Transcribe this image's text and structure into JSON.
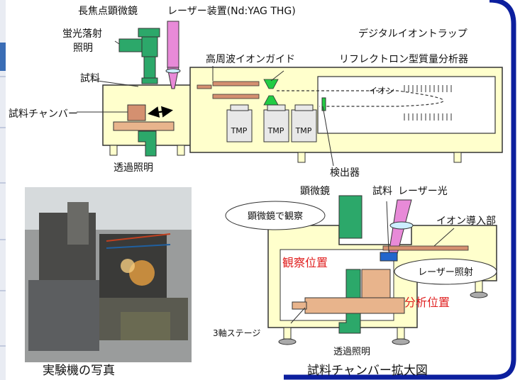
{
  "top_diagram": {
    "long_focus_microscope": "長焦点顕微鏡",
    "laser_device": "レーザー装置(Nd:YAG THG)",
    "digital_ion_trap": "デジタルイオントラップ",
    "fluorescence_epi_line1": "蛍光落射",
    "fluorescence_epi_line2": "照明",
    "rf_ion_guide": "高周波イオンガイド",
    "reflectron_ms": "リフレクトロン型質量分析器",
    "sample": "試料",
    "ion_label": "イオン",
    "sample_chamber": "試料チャンバー",
    "tmp": "TMP",
    "transmitted_illumination": "透過照明",
    "detector": "検出器"
  },
  "photo": {
    "caption": "実験機の写真"
  },
  "enlarged_diagram": {
    "microscope": "顕微鏡",
    "sample": "試料",
    "laser_light": "レーザー光",
    "observe_bubble": "顕微鏡で観察",
    "ion_inlet": "イオン導入部",
    "observation_position": "観察位置",
    "laser_irradiation_bubble": "レーザー照射",
    "analysis_position": "分析位置",
    "three_axis_stage": "3軸ステージ",
    "transmitted_illumination": "透過照明",
    "caption": "試料チャンバー拡大図"
  },
  "colors": {
    "frame_blue": "#0c1f9e",
    "chamber_fill": "#ffffcc",
    "microscope_green": "#2ca86a",
    "laser_pink": "#e88ad8",
    "stage_tan": "#e8b48c",
    "red_text": "#e02020"
  }
}
